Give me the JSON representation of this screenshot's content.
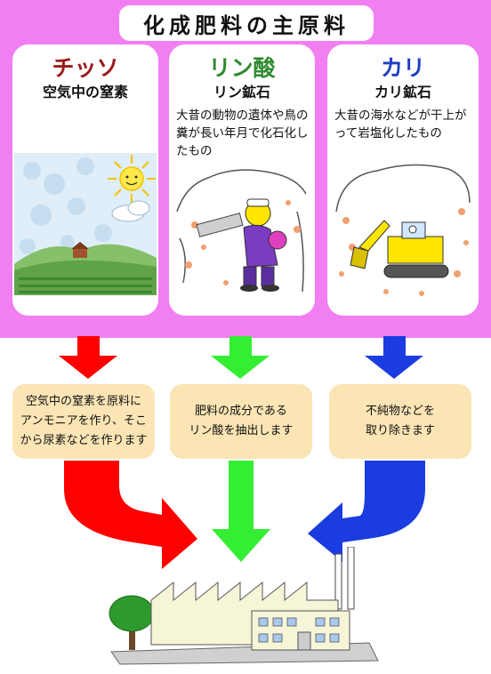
{
  "title": "化成肥料の主原料",
  "colors": {
    "background": "#f27ff2",
    "nitrogen": "#ff0000",
    "phosphate": "#33ee33",
    "potash": "#1a3ce0",
    "info_box": "#fbe5b5"
  },
  "materials": [
    {
      "name": "チッソ",
      "source": "空気中の窒素",
      "description": "",
      "color": "#9c1a1a",
      "illustration": "landscape-icon"
    },
    {
      "name": "リン酸",
      "source": "リン鉱石",
      "description": "大昔の動物の遺体や鳥の糞が長い年月で化石化したもの",
      "color": "#2f8a2f",
      "illustration": "miner-icon"
    },
    {
      "name": "カリ",
      "source": "カリ鉱石",
      "description": "大昔の海水などが干上がって岩塩化したもの",
      "color": "#1f3fbf",
      "illustration": "excavator-icon"
    }
  ],
  "processes": [
    {
      "text": "空気中の窒素を原料に\nアンモニアを作り、そこ\nから尿素などを作ります"
    },
    {
      "text": "肥料の成分である\nリン酸を抽出します"
    },
    {
      "text": "不純物などを\n取り除きます"
    }
  ],
  "destination": {
    "icon": "factory-icon"
  }
}
